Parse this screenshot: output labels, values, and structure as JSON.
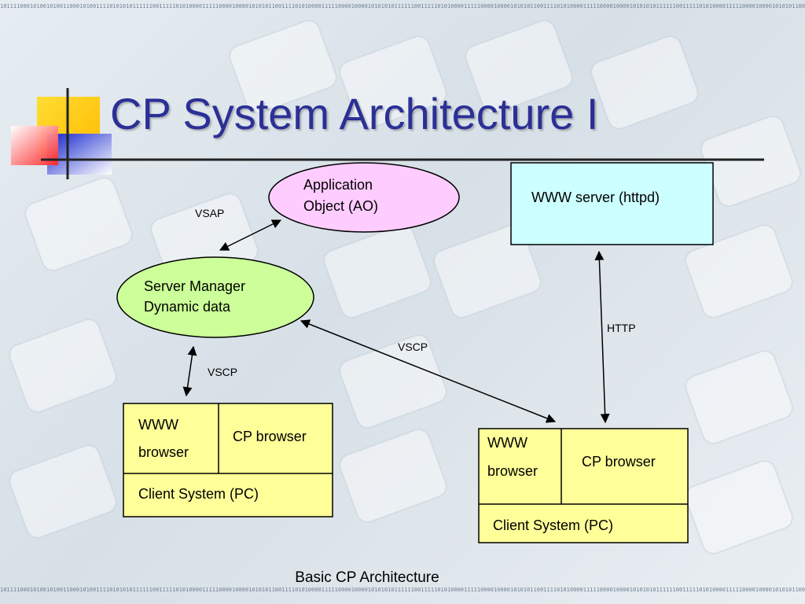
{
  "slide": {
    "title": "CP System Architecture  I",
    "footer": "Basic CP Architecture",
    "binary_strip": "101111000101001010011000101001111010101011111100111110101000011111000010000101010110011110101000011111000010000101010101111110011111010100001111100001000010101011001111010100001111100001000010101010111111001111101010000111110000100001010101100111101010000111110000100001010101011111100111110101000011111000010000101010110011110101000011111000010000101"
  },
  "nodes": {
    "application_object": {
      "lines": [
        "Application",
        "Object (AO)"
      ]
    },
    "www_server": {
      "label": "WWW server (httpd)"
    },
    "server_manager": {
      "lines": [
        "Server Manager",
        "Dynamic data"
      ]
    },
    "client_left": {
      "www_browser": [
        "WWW",
        "browser"
      ],
      "cp_browser": "CP browser",
      "system": "Client System (PC)"
    },
    "client_right": {
      "www_browser": [
        "WWW",
        "browser"
      ],
      "cp_browser": "CP browser",
      "system": "Client System (PC)"
    }
  },
  "edges": {
    "vsap": "VSAP",
    "vscp_left": "VSCP",
    "vscp_diag": "VSCP",
    "http": "HTTP"
  },
  "colors": {
    "title": "#2b2f96",
    "ao_fill": "#ffccff",
    "server_fill": "#ccffff",
    "manager_fill": "#ccff99",
    "client_fill": "#ffff99",
    "logo_yellow": "#ffcc00",
    "logo_red": "#ff3333",
    "logo_blue": "#2233cc"
  }
}
